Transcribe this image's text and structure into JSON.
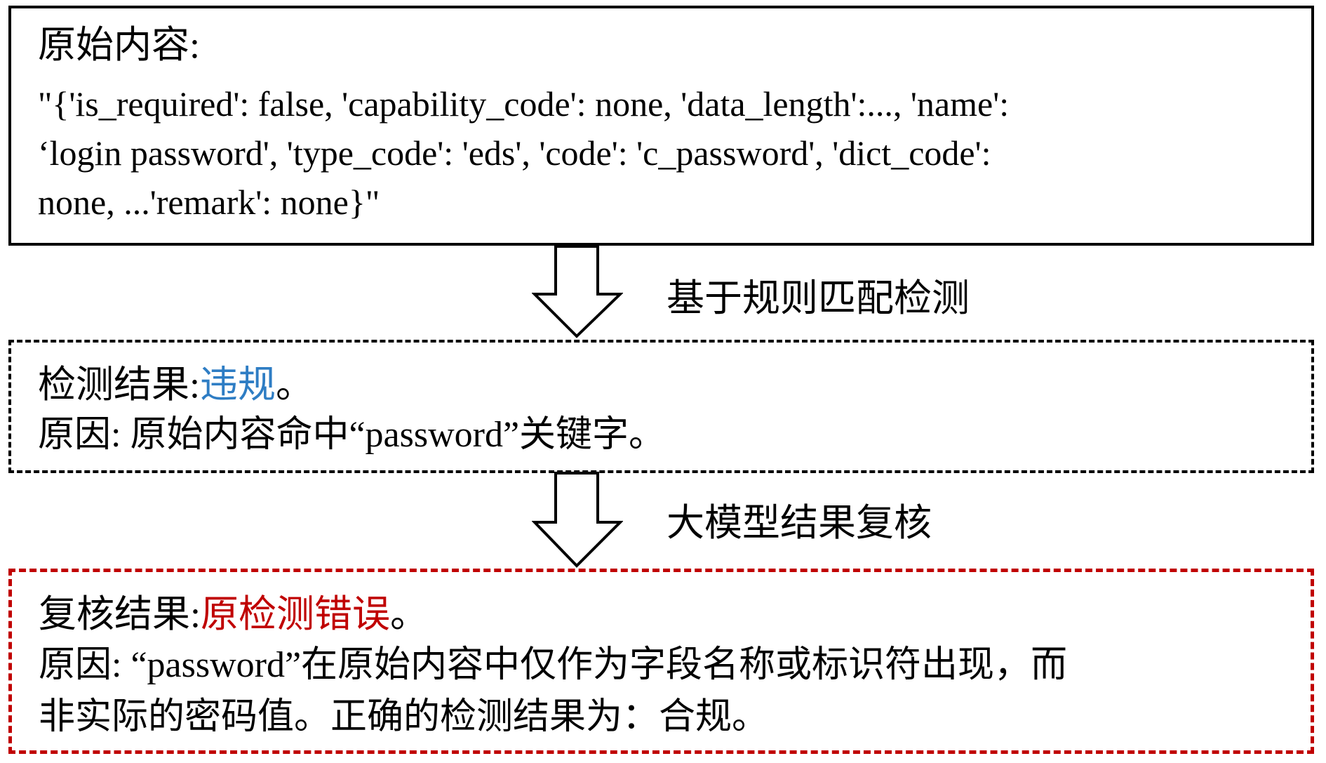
{
  "original": {
    "title": "原始内容:",
    "lines": [
      "\"{'is_required': false, 'capability_code': none, 'data_length':..., 'name':",
      "‘login password', 'type_code': 'eds', 'code': 'c_password', 'dict_code':",
      "none, ...'remark': none}\""
    ]
  },
  "step1_label": "基于规则匹配检测",
  "detection": {
    "result_label": "检测结果:",
    "result_value": "违规",
    "result_end": "。",
    "reason": "原因: 原始内容命中“password”关键字。"
  },
  "step2_label": "大模型结果复核",
  "review": {
    "result_label": "复核结果:",
    "result_value": "原检测错误",
    "result_end": "。",
    "reason_lines": [
      "原因: “password”在原始内容中仅作为字段名称或标识符出现，而",
      "非实际的密码值。正确的检测结果为：合规。"
    ]
  },
  "colors": {
    "violation": "#2e7dc4",
    "error": "#c00000"
  }
}
